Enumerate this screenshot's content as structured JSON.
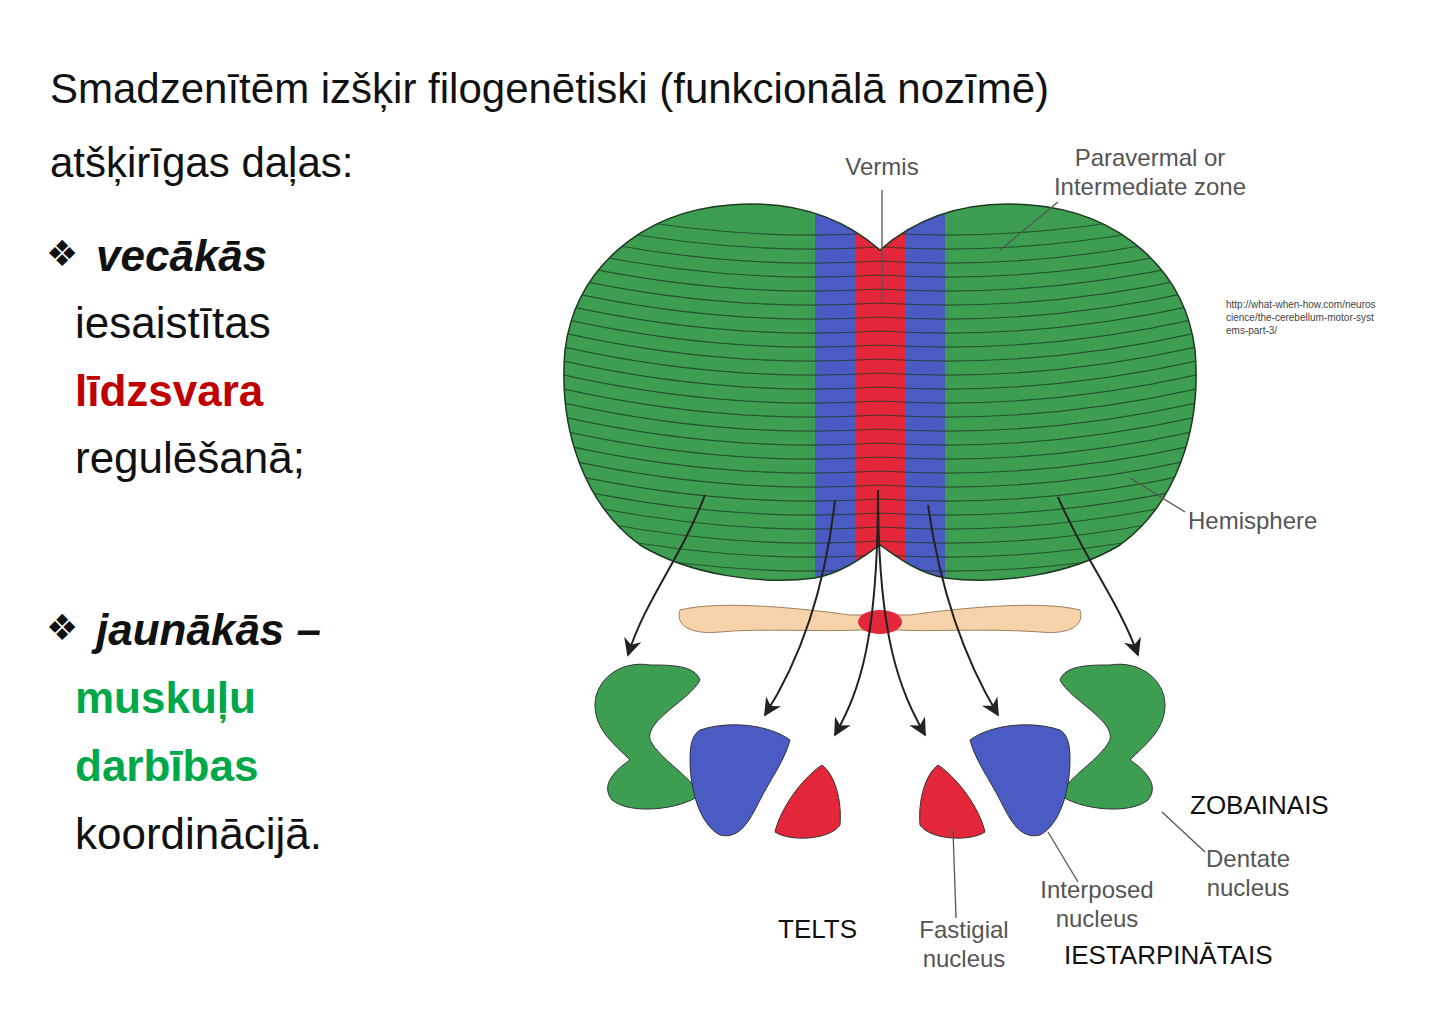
{
  "diagram": {
    "title": "Smadzenītēm izšķir filogenētiski (funkcionālā nozīmē) atšķirīgas daļas:",
    "labels": [
      "❖",
      "vecākās",
      "iesaistītas",
      "līdzsvara",
      "regulēšanā;",
      "❖",
      "jaunākās –",
      "muskuļu",
      "darbības",
      "koordinācijā.",
      "Vermis",
      "Paravermal or Intermediate zone",
      "http://what-when-how.com/neuroscience/the-cerebellum-motor-systems-part-3/",
      "Hemisphere",
      "ZOBAINAIS",
      "Dentate nucleus",
      "TELTS",
      "Fastigial nucleus",
      "Interposed nucleus",
      "IESTARPINĀTAIS"
    ]
  }
}
